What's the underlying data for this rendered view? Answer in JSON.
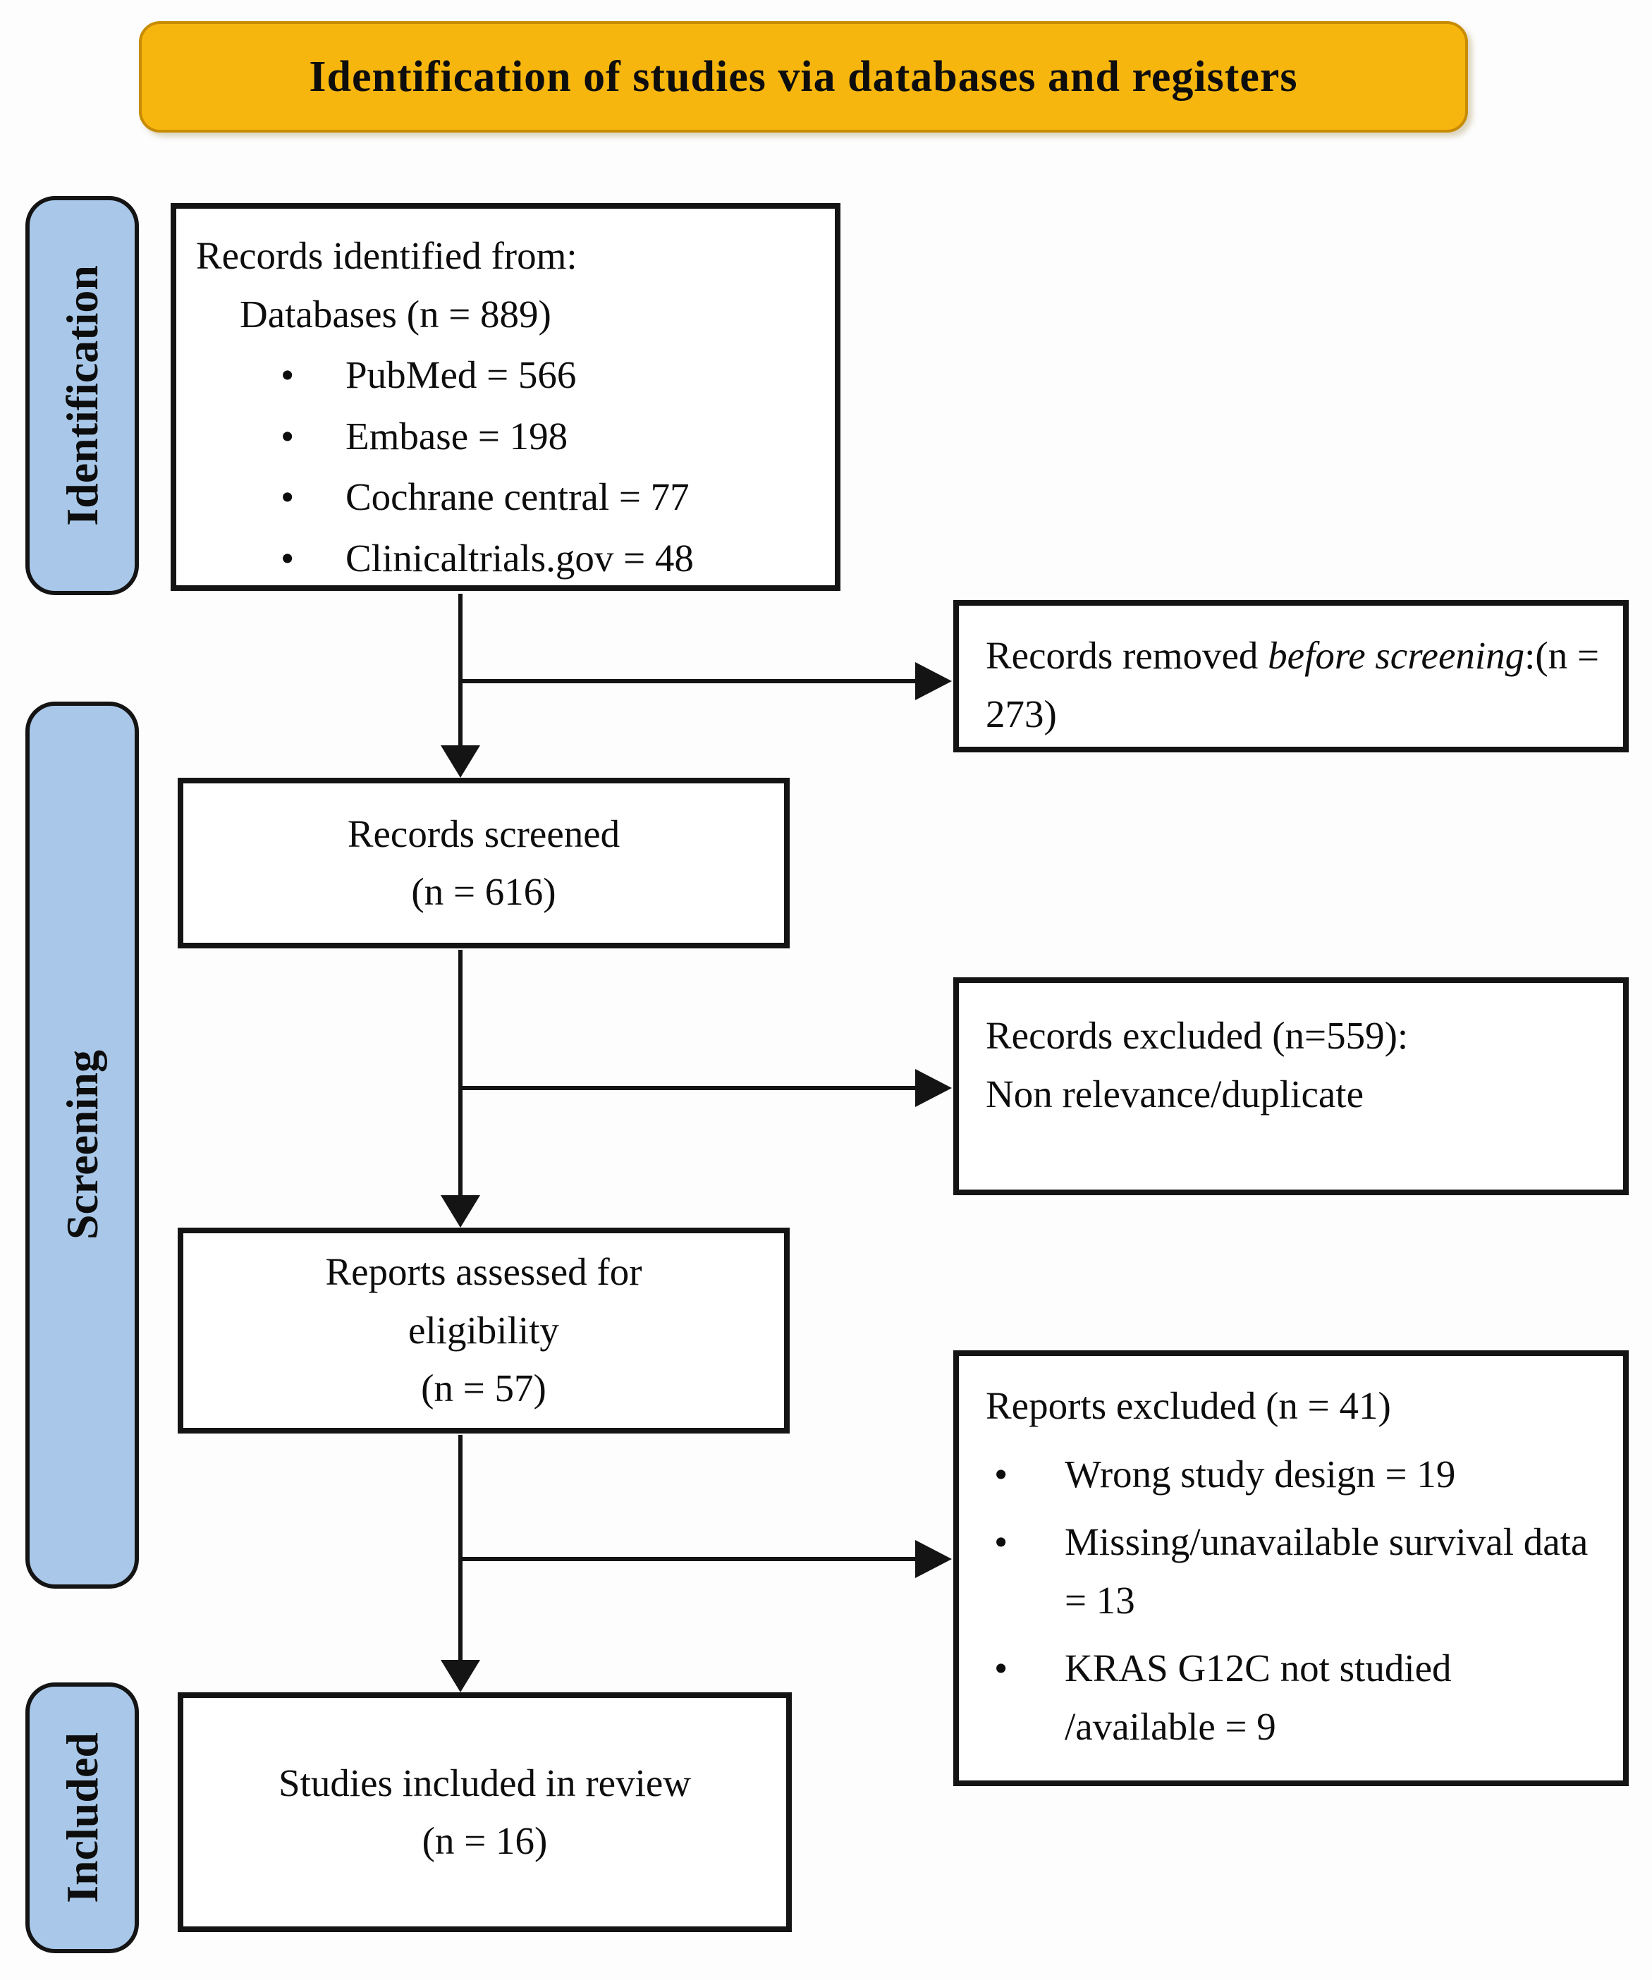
{
  "banner": {
    "title": "Identification of studies via databases and registers",
    "bg_color": "#F7B60E",
    "border_color": "#C78C03"
  },
  "sidebar": {
    "bg_color": "#A9C8E9",
    "labels": {
      "identification": "Identification",
      "screening": "Screening",
      "included": "Included"
    }
  },
  "flow": {
    "identified": {
      "line1": "Records identified from:",
      "line2": "Databases (n = 889)",
      "bullets": [
        "PubMed = 566",
        "Embase = 198",
        "Cochrane central = 77",
        "Clinicaltrials.gov = 48"
      ]
    },
    "removed": {
      "prefix": "Records removed ",
      "italic": "before screening",
      "suffix": ":(n = 273)"
    },
    "screened": {
      "line1": "Records screened",
      "line2": "(n = 616)"
    },
    "excluded_records": {
      "line1": "Records excluded (n=559):",
      "line2": "Non relevance/duplicate"
    },
    "assessed": {
      "line1": "Reports assessed for",
      "line2": "eligibility",
      "line3": "(n = 57)"
    },
    "excluded_reports": {
      "title": "Reports excluded (n = 41)",
      "bullets": [
        "Wrong study design = 19",
        "Missing/unavailable survival data = 13",
        "KRAS G12C not studied /available = 9"
      ]
    },
    "included_studies": {
      "line1": "Studies included in review",
      "line2": "(n = 16)"
    }
  },
  "icons": {
    "bullet": "•"
  },
  "arrow_color": "#141414"
}
